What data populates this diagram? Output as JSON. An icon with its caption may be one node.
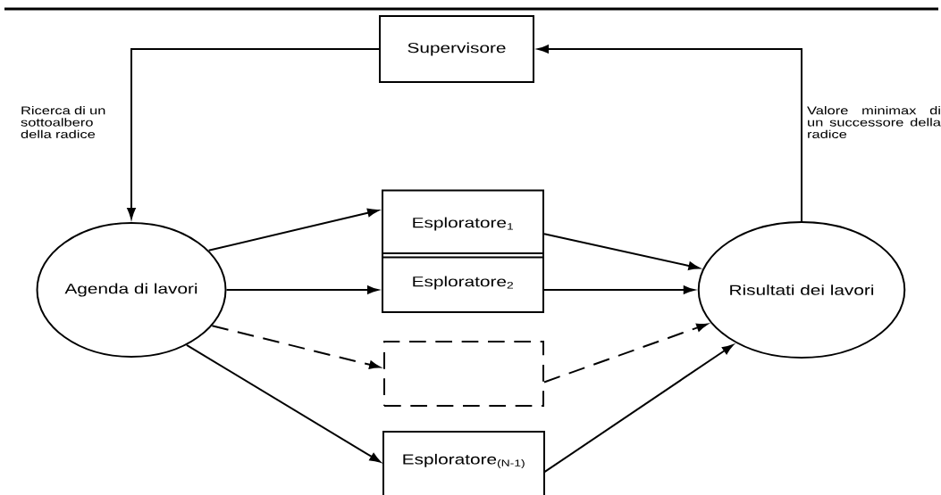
{
  "diagram": {
    "nodes": [
      {
        "text": [
          "Supervisore"
        ]
      },
      {
        "text": [
          "Agenda di lavori"
        ]
      },
      {
        "text": [
          "Esploratore$_{1}$"
        ]
      },
      {
        "text": [
          "Esploratore$_{2}$"
        ]
      },
      {
        "text": [],
        "shape": "box"
      },
      {
        "text": [
          "Esploratore$_{(N-1)}$"
        ]
      },
      {
        "text": [
          "Risultati dei lavori"
        ]
      }
    ],
    "edges": [
      {
        "from": 0,
        "to": 1,
        "arrow": "to",
        "label": "Ricerca di un sottoalbero della radice"
      },
      {
        "from": 1,
        "to": 2,
        "arrow": "to"
      },
      {
        "from": 1,
        "to": 3,
        "arrow": "to"
      },
      {
        "from": 1,
        "to": 4,
        "arrow": "to",
        "style": "dashed"
      },
      {
        "from": 1,
        "to": 5,
        "arrow": "to"
      },
      {
        "from": 2,
        "to": 6,
        "arrow": "to"
      },
      {
        "from": 3,
        "to": 6,
        "arrow": "to"
      },
      {
        "from": 4,
        "to": 6,
        "arrow": "to",
        "style": "dashed"
      },
      {
        "from": 5,
        "to": 6,
        "arrow": "to"
      },
      {
        "from": 6,
        "to": 0,
        "arrow": "to",
        "label": "Valore minimax di un successore della radice"
      }
    ]
  }
}
